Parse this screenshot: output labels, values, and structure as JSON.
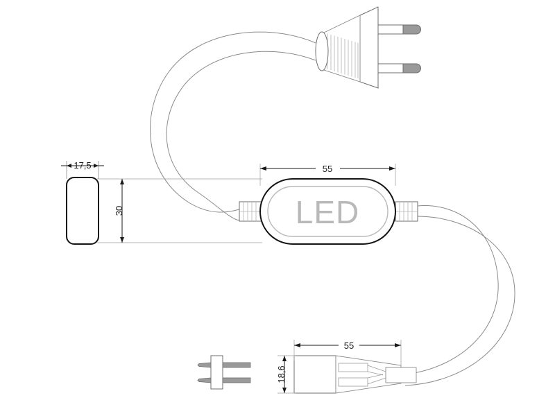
{
  "drawing": {
    "title": "LED power cord assembly technical drawing",
    "background_color": "#ffffff",
    "line_color": "#7a7a7a",
    "heavy_line_color": "#1a1a1a",
    "dimension_color": "#1a1a1a",
    "pin_fill_color": "#9a9a9a",
    "led_text_color": "#b9b9b9"
  },
  "labels": {
    "led_module_text": "LED"
  },
  "dimensions": {
    "module_width_side": "17,5",
    "module_height_side": "30",
    "module_length_top": "55",
    "socket_length": "55",
    "socket_height": "18,6"
  },
  "views": {
    "side_end_view": "rounded-rectangle end view of LED module",
    "plan_view": "LED module with cable and europlug",
    "socket_view": "two-pin plug end view and socket body"
  }
}
